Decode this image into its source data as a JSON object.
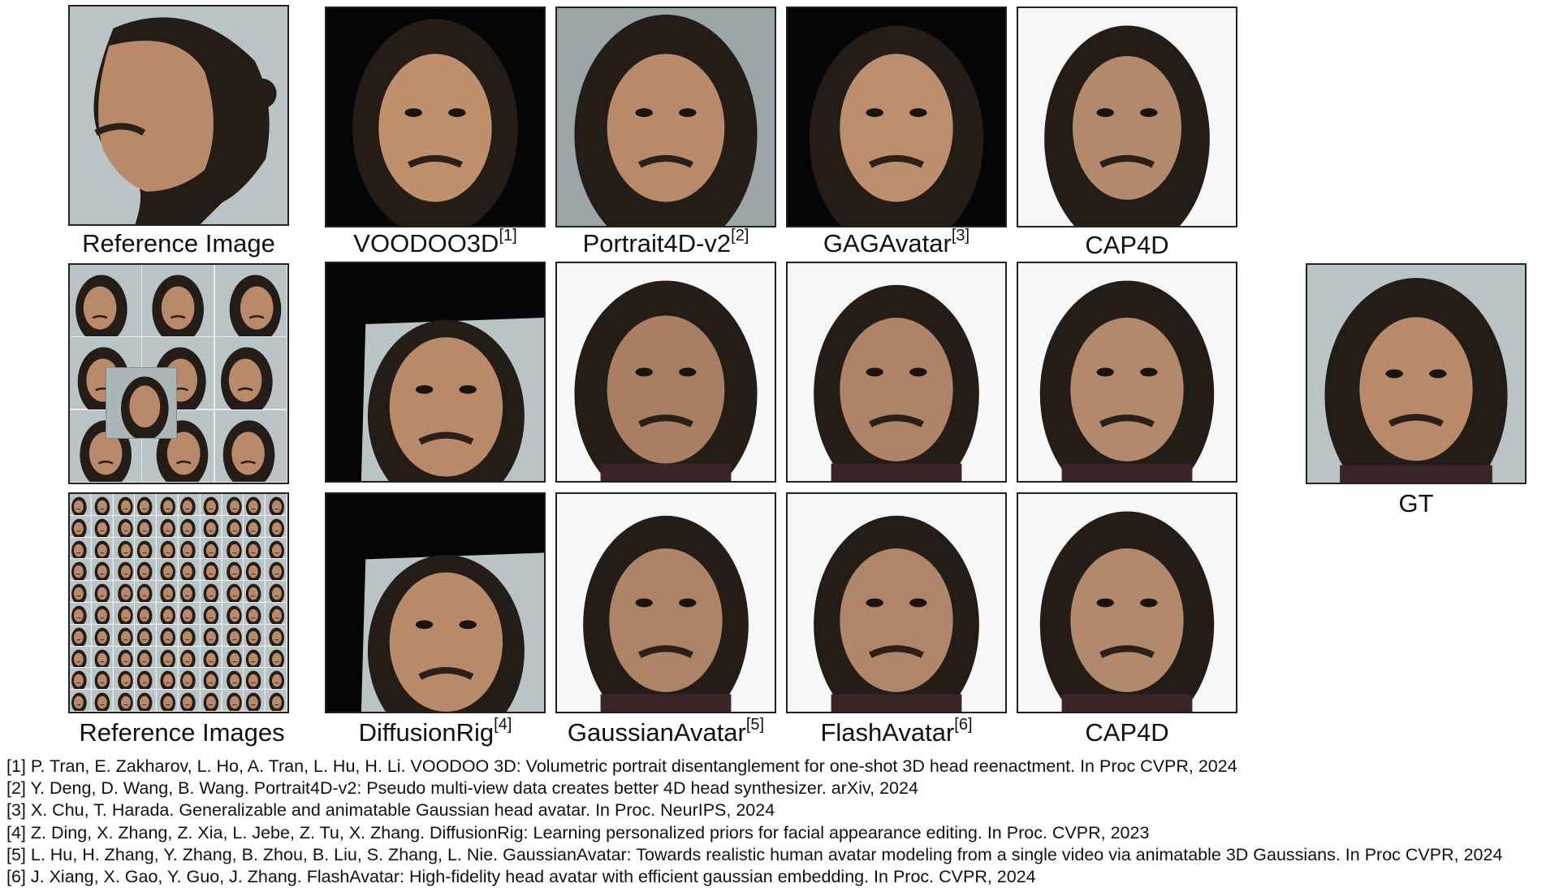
{
  "captions": {
    "reference_image": "Reference Image",
    "voodoo3d": "VOODOO3D",
    "voodoo3d_ref": "[1]",
    "portrait4d": "Portrait4D-v2",
    "portrait4d_ref": "[2]",
    "gagavatar": "GAGAvatar",
    "gagavatar_ref": "[3]",
    "cap4d_row1": "CAP4D",
    "gt": "GT",
    "reference_images": "Reference Images",
    "diffusionrig": "DiffusionRig",
    "diffusionrig_ref": "[4]",
    "gaussianavatar": "GaussianAvatar",
    "gaussianavatar_ref": "[5]",
    "flashavatar": "FlashAvatar",
    "flashavatar_ref": "[6]",
    "cap4d_row3": "CAP4D"
  },
  "references": [
    "[1] P. Tran, E. Zakharov, L. Ho, A. Tran, L. Hu,  H. Li. VOODOO 3D: Volumetric portrait disentanglement for one-shot 3D head reenactment. In Proc CVPR, 2024",
    "[2] Y. Deng, D. Wang, B. Wang. Portrait4D-v2: Pseudo multi-view data creates better 4D head synthesizer. arXiv, 2024",
    "[3] X. Chu, T. Harada. Generalizable and animatable Gaussian head  avatar. In Proc. NeurIPS, 2024",
    "[4] Z. Ding, X. Zhang, Z. Xia, L. Jebe, Z. Tu, X. Zhang. DiffusionRig: Learning personalized priors for facial appearance editing. In Proc. CVPR, 2023",
    "[5] L. Hu, H. Zhang, Y. Zhang, B. Zhou, B. Liu, S. Zhang, L. Nie. GaussianAvatar: Towards realistic human avatar modeling from a single video via animatable 3D Gaussians. In Proc CVPR, 2024",
    "[6] J. Xiang, X. Gao, Y. Guo, J. Zhang. FlashAvatar: High-fidelity head avatar with efficient gaussian embedding. In Proc. CVPR, 2024"
  ],
  "colors": {
    "gray_background": "#b9c4c6",
    "black_background": "#050505",
    "white_background": "#f7f7f7",
    "skin": "#b98a6a",
    "hair": "#241c17",
    "shirt": "#3a2428"
  }
}
